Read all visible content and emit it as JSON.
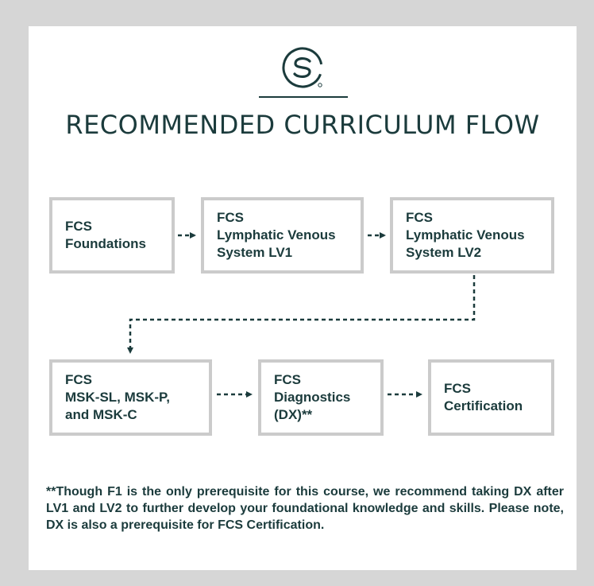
{
  "logo": {
    "icon": "fcs-logo-icon"
  },
  "title": "RECOMMENDED CURRICULUM FLOW",
  "boxes": {
    "foundations": [
      "FCS",
      "Foundations"
    ],
    "lv1": [
      "FCS",
      "Lymphatic Venous",
      "System LV1"
    ],
    "lv2": [
      "FCS",
      "Lymphatic Venous",
      "System LV2"
    ],
    "msk": [
      "FCS",
      "MSK-SL, MSK-P,",
      "and MSK-C"
    ],
    "dx": [
      "FCS",
      "Diagnostics",
      "(DX)**"
    ],
    "cert": [
      "FCS",
      "Certification"
    ]
  },
  "footnote": "**Though F1 is the only prerequisite for this course, we recommend taking  DX after LV1 and LV2 to further develop your foundational knowledge and  skills. Please note, DX is also a prerequisite for FCS Certification.",
  "colors": {
    "primary": "#1b3b3c",
    "box_border": "#cbcbcb",
    "background": "#d6d6d6",
    "card": "#ffffff"
  }
}
